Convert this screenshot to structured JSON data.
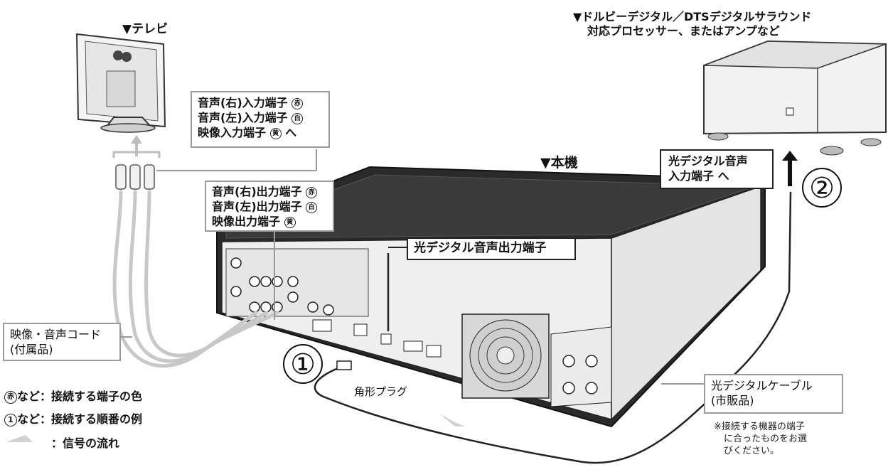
{
  "headings": {
    "tv": "▼テレビ",
    "recorder": "▼本機",
    "amp_line1": "▼ドルビーデジタル／DTSデジタルサラウンド",
    "amp_line2": "対応プロセッサー、またはアンプなど"
  },
  "tv_input_box": {
    "line1": "音声(右)入力端子",
    "line1_mark": "赤",
    "line2": "音声(左)入力端子",
    "line2_mark": "白",
    "line3": "映像入力端子",
    "line3_mark": "黄",
    "line3_suffix": "へ"
  },
  "recorder_output_box": {
    "line1": "音声(右)出力端子",
    "line1_mark": "赤",
    "line2": "音声(左)出力端子",
    "line2_mark": "白",
    "line3": "映像出力端子",
    "line3_mark": "黄"
  },
  "optical_output_label": "光デジタル音声出力端子",
  "optical_input_box": {
    "line1": "光デジタル音声",
    "line2": "入力端子 へ"
  },
  "av_cord_box": {
    "line1": "映像・音声コード",
    "line2": "(付属品)"
  },
  "optical_cable_box": {
    "line1": "光デジタルケーブル",
    "line2": "(市販品)"
  },
  "optical_cable_note": {
    "line1": "※接続する機器の端子",
    "line2": "に合ったものをお選",
    "line3": "びください。"
  },
  "plug_label": "角形プラグ",
  "steps": {
    "step1": "①",
    "step2": "②"
  },
  "legend": {
    "color_mark": "赤",
    "color_text": "など：接続する端子の色",
    "order_mark": "1",
    "order_text": "など：接続する順番の例",
    "flow_text": "：信号の流れ"
  },
  "colors": {
    "frame": "#9a9a9a",
    "device": "#e8e8e8",
    "device_dark": "#2a2a2a",
    "cable": "#c8c8c8"
  }
}
